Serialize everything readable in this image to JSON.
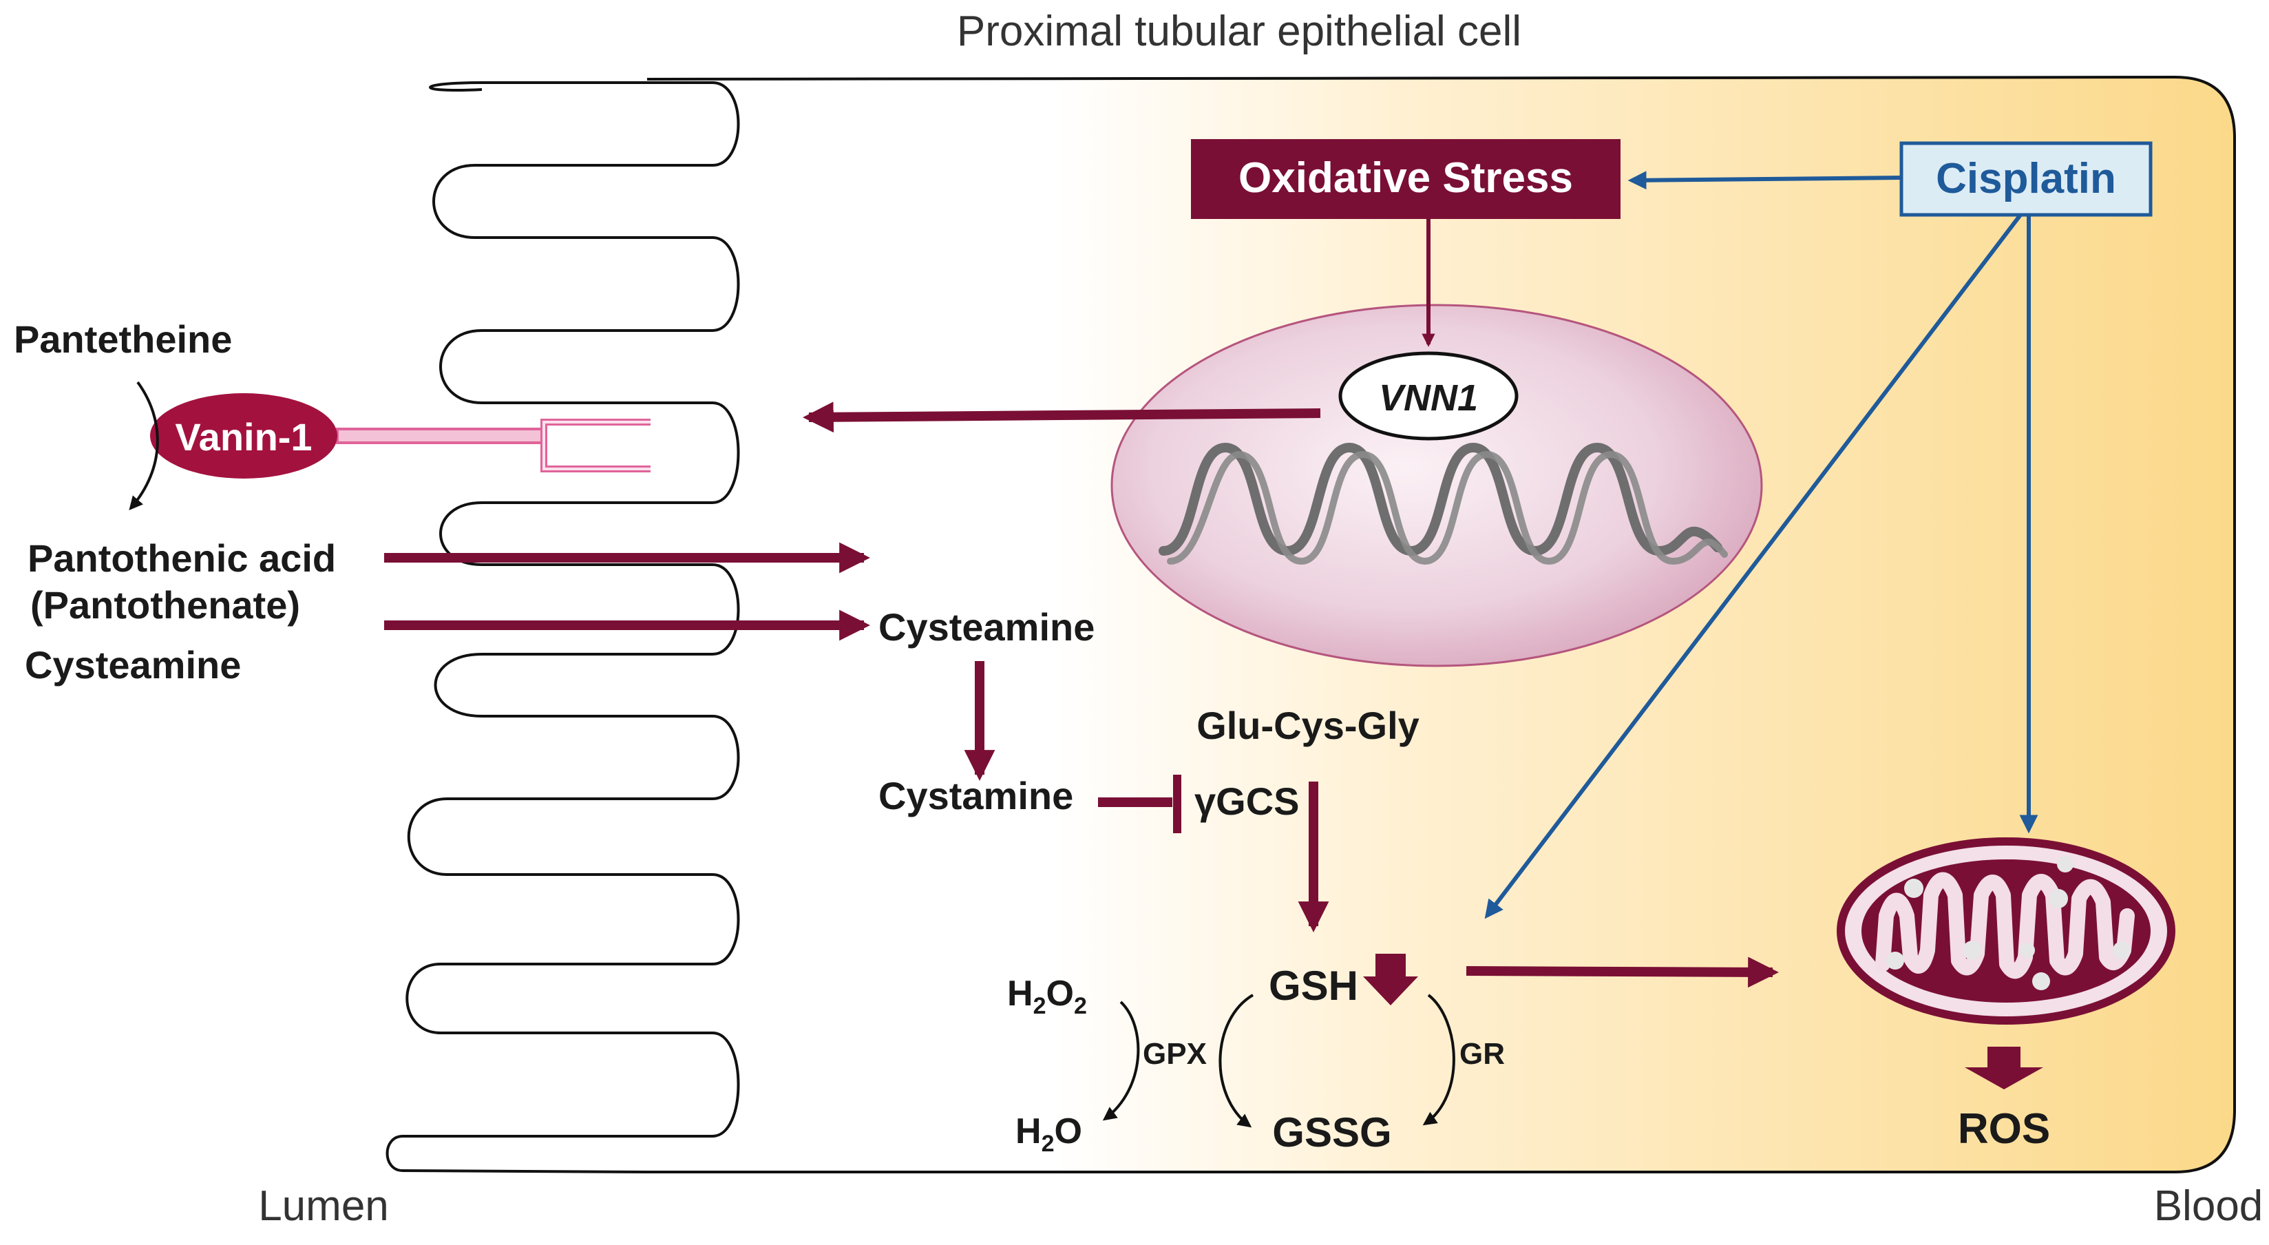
{
  "labels": {
    "cell_title": "Proximal tubular epithelial cell",
    "lumen": "Lumen",
    "blood": "Blood",
    "pantetheine": "Pantetheine",
    "vanin1": "Vanin-1",
    "pantothenic_acid": "Pantothenic acid",
    "pantothenate": "(Pantothenate)",
    "cysteamine_lumen": "Cysteamine",
    "cysteamine_cell": "Cysteamine",
    "cystamine": "Cystamine",
    "glu_cys_gly": "Glu-Cys-Gly",
    "ygcs": "γGCS",
    "gsh": "GSH",
    "gssg": "GSSG",
    "gpx": "GPX",
    "gr": "GR",
    "h2o2_main": "H",
    "h2o2_sub1": "2",
    "h2o2_o": "O",
    "h2o2_sub2": "2",
    "h2o_main": "H",
    "h2o_sub": "2",
    "h2o_o": "O",
    "ros": "ROS",
    "oxidative_stress": "Oxidative Stress",
    "cisplatin": "Cisplatin",
    "vnn1": "VNN1"
  },
  "colors": {
    "maroon": "#7a0f35",
    "vanin_red": "#a3123f",
    "pink_receptor": "#e0649a",
    "cisplatin_blue": "#1f5a9a",
    "cisplatin_fill": "#dcecf5",
    "cell_gradient_start": "#ffffff",
    "cell_gradient_end": "#fbd98a",
    "nucleus_fill": "#ead0dc",
    "dna_gray": "#6e6e6e"
  }
}
